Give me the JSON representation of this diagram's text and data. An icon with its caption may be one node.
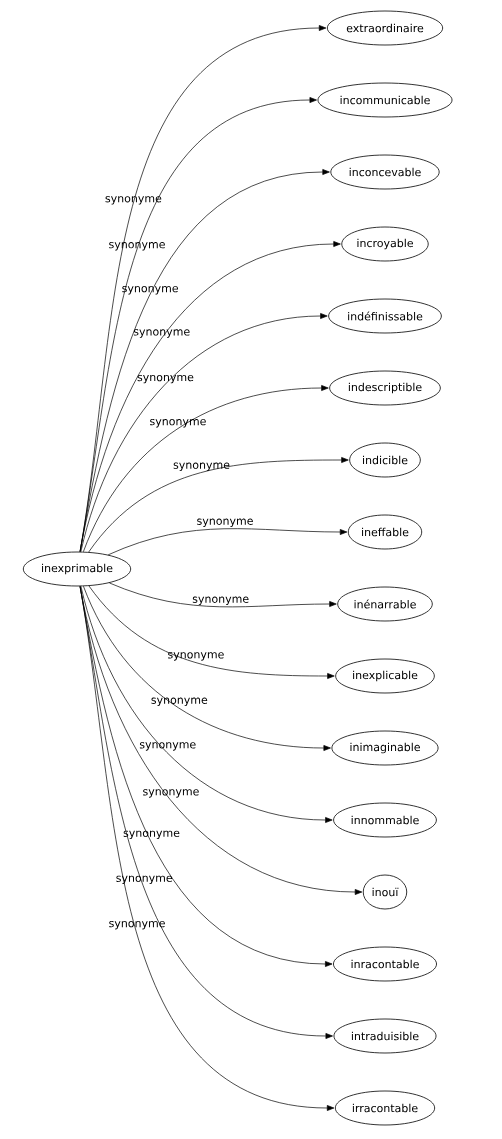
{
  "diagram": {
    "nodes": [
      {
        "text": [
          "inexprimable"
        ]
      },
      {
        "text": [
          "extraordinaire"
        ]
      },
      {
        "text": [
          "incommunicable"
        ]
      },
      {
        "text": [
          "inconcevable"
        ]
      },
      {
        "text": [
          "incroyable"
        ]
      },
      {
        "text": [
          "indéfinissable"
        ]
      },
      {
        "text": [
          "indescriptible"
        ]
      },
      {
        "text": [
          "indicible"
        ]
      },
      {
        "text": [
          "ineffable"
        ]
      },
      {
        "text": [
          "inénarrable"
        ]
      },
      {
        "text": [
          "inexplicable"
        ]
      },
      {
        "text": [
          "inimaginable"
        ]
      },
      {
        "text": [
          "innommable"
        ]
      },
      {
        "text": [
          "inouï"
        ]
      },
      {
        "text": [
          "inracontable"
        ]
      },
      {
        "text": [
          "intraduisible"
        ]
      },
      {
        "text": [
          "irracontable"
        ]
      }
    ],
    "edges": [
      {
        "from": 0,
        "to": 1,
        "arrow": "to",
        "label": "synonyme"
      },
      {
        "from": 0,
        "to": 2,
        "arrow": "to",
        "label": "synonyme"
      },
      {
        "from": 0,
        "to": 3,
        "arrow": "to",
        "label": "synonyme"
      },
      {
        "from": 0,
        "to": 4,
        "arrow": "to",
        "label": "synonyme"
      },
      {
        "from": 0,
        "to": 5,
        "arrow": "to",
        "label": "synonyme"
      },
      {
        "from": 0,
        "to": 6,
        "arrow": "to",
        "label": "synonyme"
      },
      {
        "from": 0,
        "to": 7,
        "arrow": "to",
        "label": "synonyme"
      },
      {
        "from": 0,
        "to": 8,
        "arrow": "to",
        "label": "synonyme"
      },
      {
        "from": 0,
        "to": 9,
        "arrow": "to",
        "label": "synonyme"
      },
      {
        "from": 0,
        "to": 10,
        "arrow": "to",
        "label": "synonyme"
      },
      {
        "from": 0,
        "to": 11,
        "arrow": "to",
        "label": "synonyme"
      },
      {
        "from": 0,
        "to": 12,
        "arrow": "to",
        "label": "synonyme"
      },
      {
        "from": 0,
        "to": 13,
        "arrow": "to",
        "label": "synonyme"
      },
      {
        "from": 0,
        "to": 14,
        "arrow": "to",
        "label": "synonyme"
      },
      {
        "from": 0,
        "to": 15,
        "arrow": "to",
        "label": "synonyme"
      },
      {
        "from": 0,
        "to": 16,
        "arrow": "to",
        "label": "synonyme"
      }
    ]
  }
}
